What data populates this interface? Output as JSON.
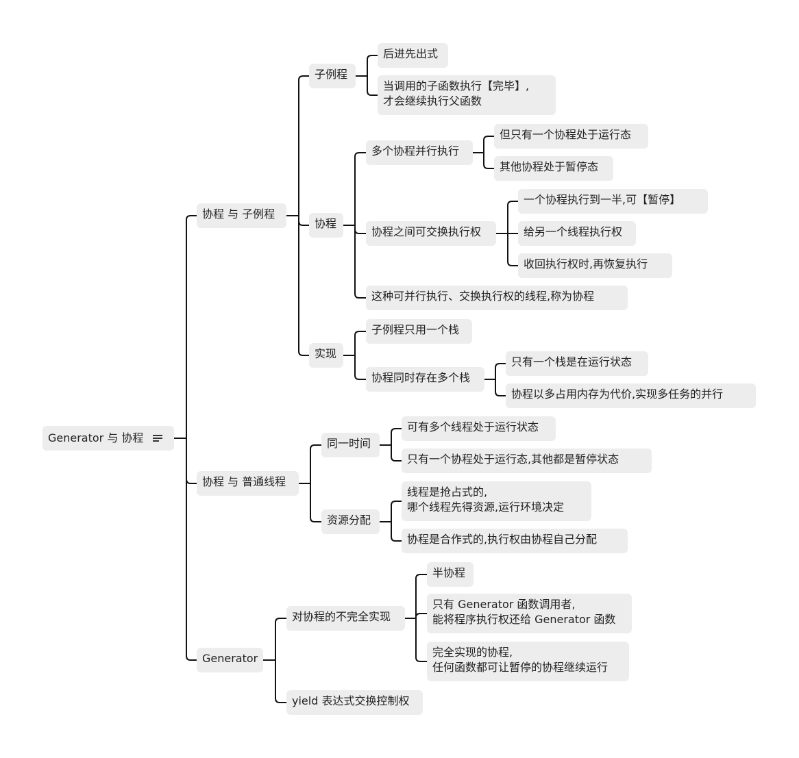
{
  "root": {
    "label": "Generator 与 协程",
    "icon": "menu-icon"
  },
  "branches": {
    "coroutine_vs_subroutine": "协程 与 子例程",
    "subroutine": "子例程",
    "lifo": "后进先出式",
    "return_after_done": [
      "当调用的子函数执行【完毕】,",
      "才会继续执行父函数"
    ],
    "coroutine": "协程",
    "parallel": "多个协程并行执行",
    "only_one_running": "但只有一个协程处于运行态",
    "others_paused": "其他协程处于暂停态",
    "exchange": "协程之间可交换执行权",
    "pause_halfway": "一个协程执行到一半,可【暂停】",
    "give_to_other": "给另一个线程执行权",
    "resume": "收回执行权时,再恢复执行",
    "definition": "这种可并行执行、交换执行权的线程,称为协程",
    "implementation": "实现",
    "one_stack": "子例程只用一个栈",
    "multi_stack": "协程同时存在多个栈",
    "one_stack_running": "只有一个栈是在运行状态",
    "memory_cost": "协程以多占用内存为代价,实现多任务的并行",
    "coroutine_vs_thread": "协程 与 普通线程",
    "same_time": "同一时间",
    "threads_running": "可有多个线程处于运行状态",
    "one_coroutine_running": "只有一个协程处于运行态,其他都是暂停状态",
    "resource": "资源分配",
    "preemptive": [
      "线程是抢占式的,",
      "哪个线程先得资源,运行环境决定"
    ],
    "cooperative": "协程是合作式的,执行权由协程自己分配",
    "generator": "Generator",
    "incomplete": "对协程的不完全实现",
    "semi": "半协程",
    "only_caller": [
      "只有 Generator 函数调用者,",
      "能将程序执行权还给 Generator 函数"
    ],
    "full": [
      "完全实现的协程,",
      "任何函数都可让暂停的协程继续运行"
    ],
    "yield": "yield 表达式交换控制权"
  }
}
